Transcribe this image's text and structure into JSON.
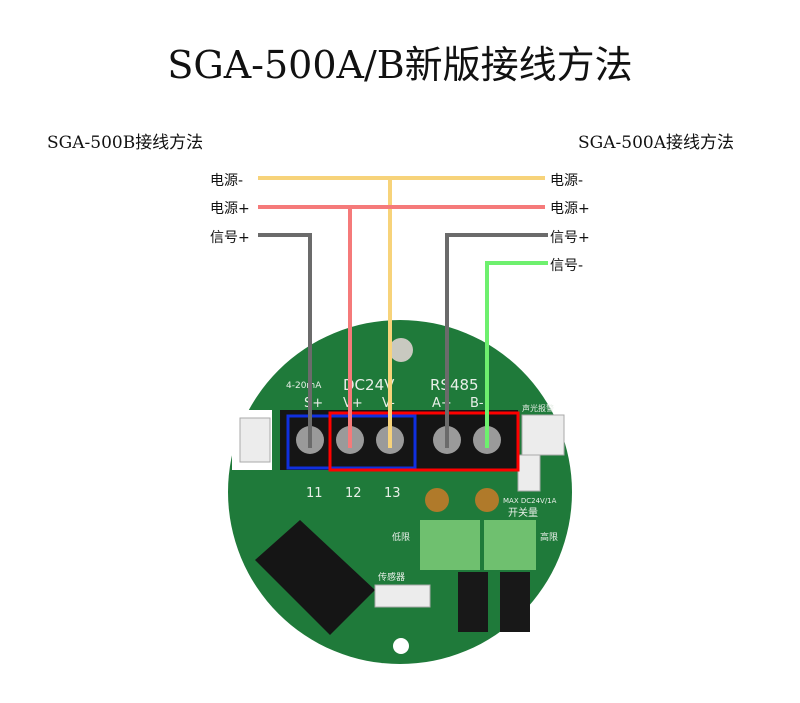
{
  "title": "SGA-500A/B新版接线方法",
  "left": {
    "heading": "SGA-500B接线方法",
    "labels": [
      "电源-",
      "电源+",
      "信号+"
    ]
  },
  "right": {
    "heading": "SGA-500A接线方法",
    "labels": [
      "电源-",
      "电源+",
      "信号+",
      "信号-"
    ]
  },
  "board": {
    "group_labels": [
      "4-20mA",
      "DC24V",
      "RS485"
    ],
    "terminal_labels": [
      "S+",
      "V+",
      "V-",
      "A+",
      "B-"
    ],
    "terminal_numbers": [
      "11",
      "12",
      "13"
    ],
    "side_labels": [
      "声光报警",
      "MAX DC24V/1A",
      "开关量",
      "传感器",
      "高限",
      "低限"
    ]
  },
  "colors": {
    "power_negative": "#f7d37a",
    "power_positive": "#f57a7a",
    "signal_plus": "#6b6b6b",
    "signal_minus": "#6ef06e",
    "board": "#1f7a3a",
    "box_b": "#1030e0",
    "box_a": "#ff0000"
  }
}
